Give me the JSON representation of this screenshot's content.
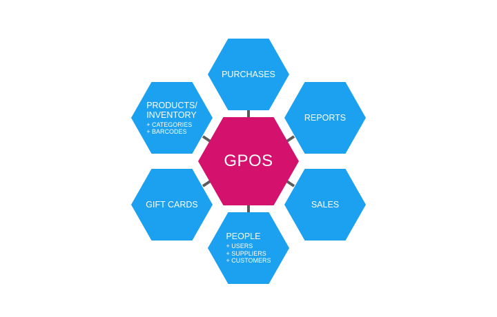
{
  "colors": {
    "satellite": "#1ba1f0",
    "center": "#d4126e",
    "connector": "#5a5a5a"
  },
  "center": {
    "title": "GPOS"
  },
  "nodes": {
    "purchases": {
      "title": "PURCHASES"
    },
    "reports": {
      "title": "REPORTS"
    },
    "sales": {
      "title": "SALES"
    },
    "people": {
      "title": "PEOPLE",
      "items": [
        "+ USERS",
        "+ SUPPLIERS",
        "+ CUSTOMERS"
      ]
    },
    "gift_cards": {
      "title": "GIFT CARDS"
    },
    "products": {
      "title_line1": "PRODUCTS/",
      "title_line2": "INVENTORY",
      "items": [
        "+ CATEGORIES",
        "+ BARCODES"
      ]
    }
  }
}
